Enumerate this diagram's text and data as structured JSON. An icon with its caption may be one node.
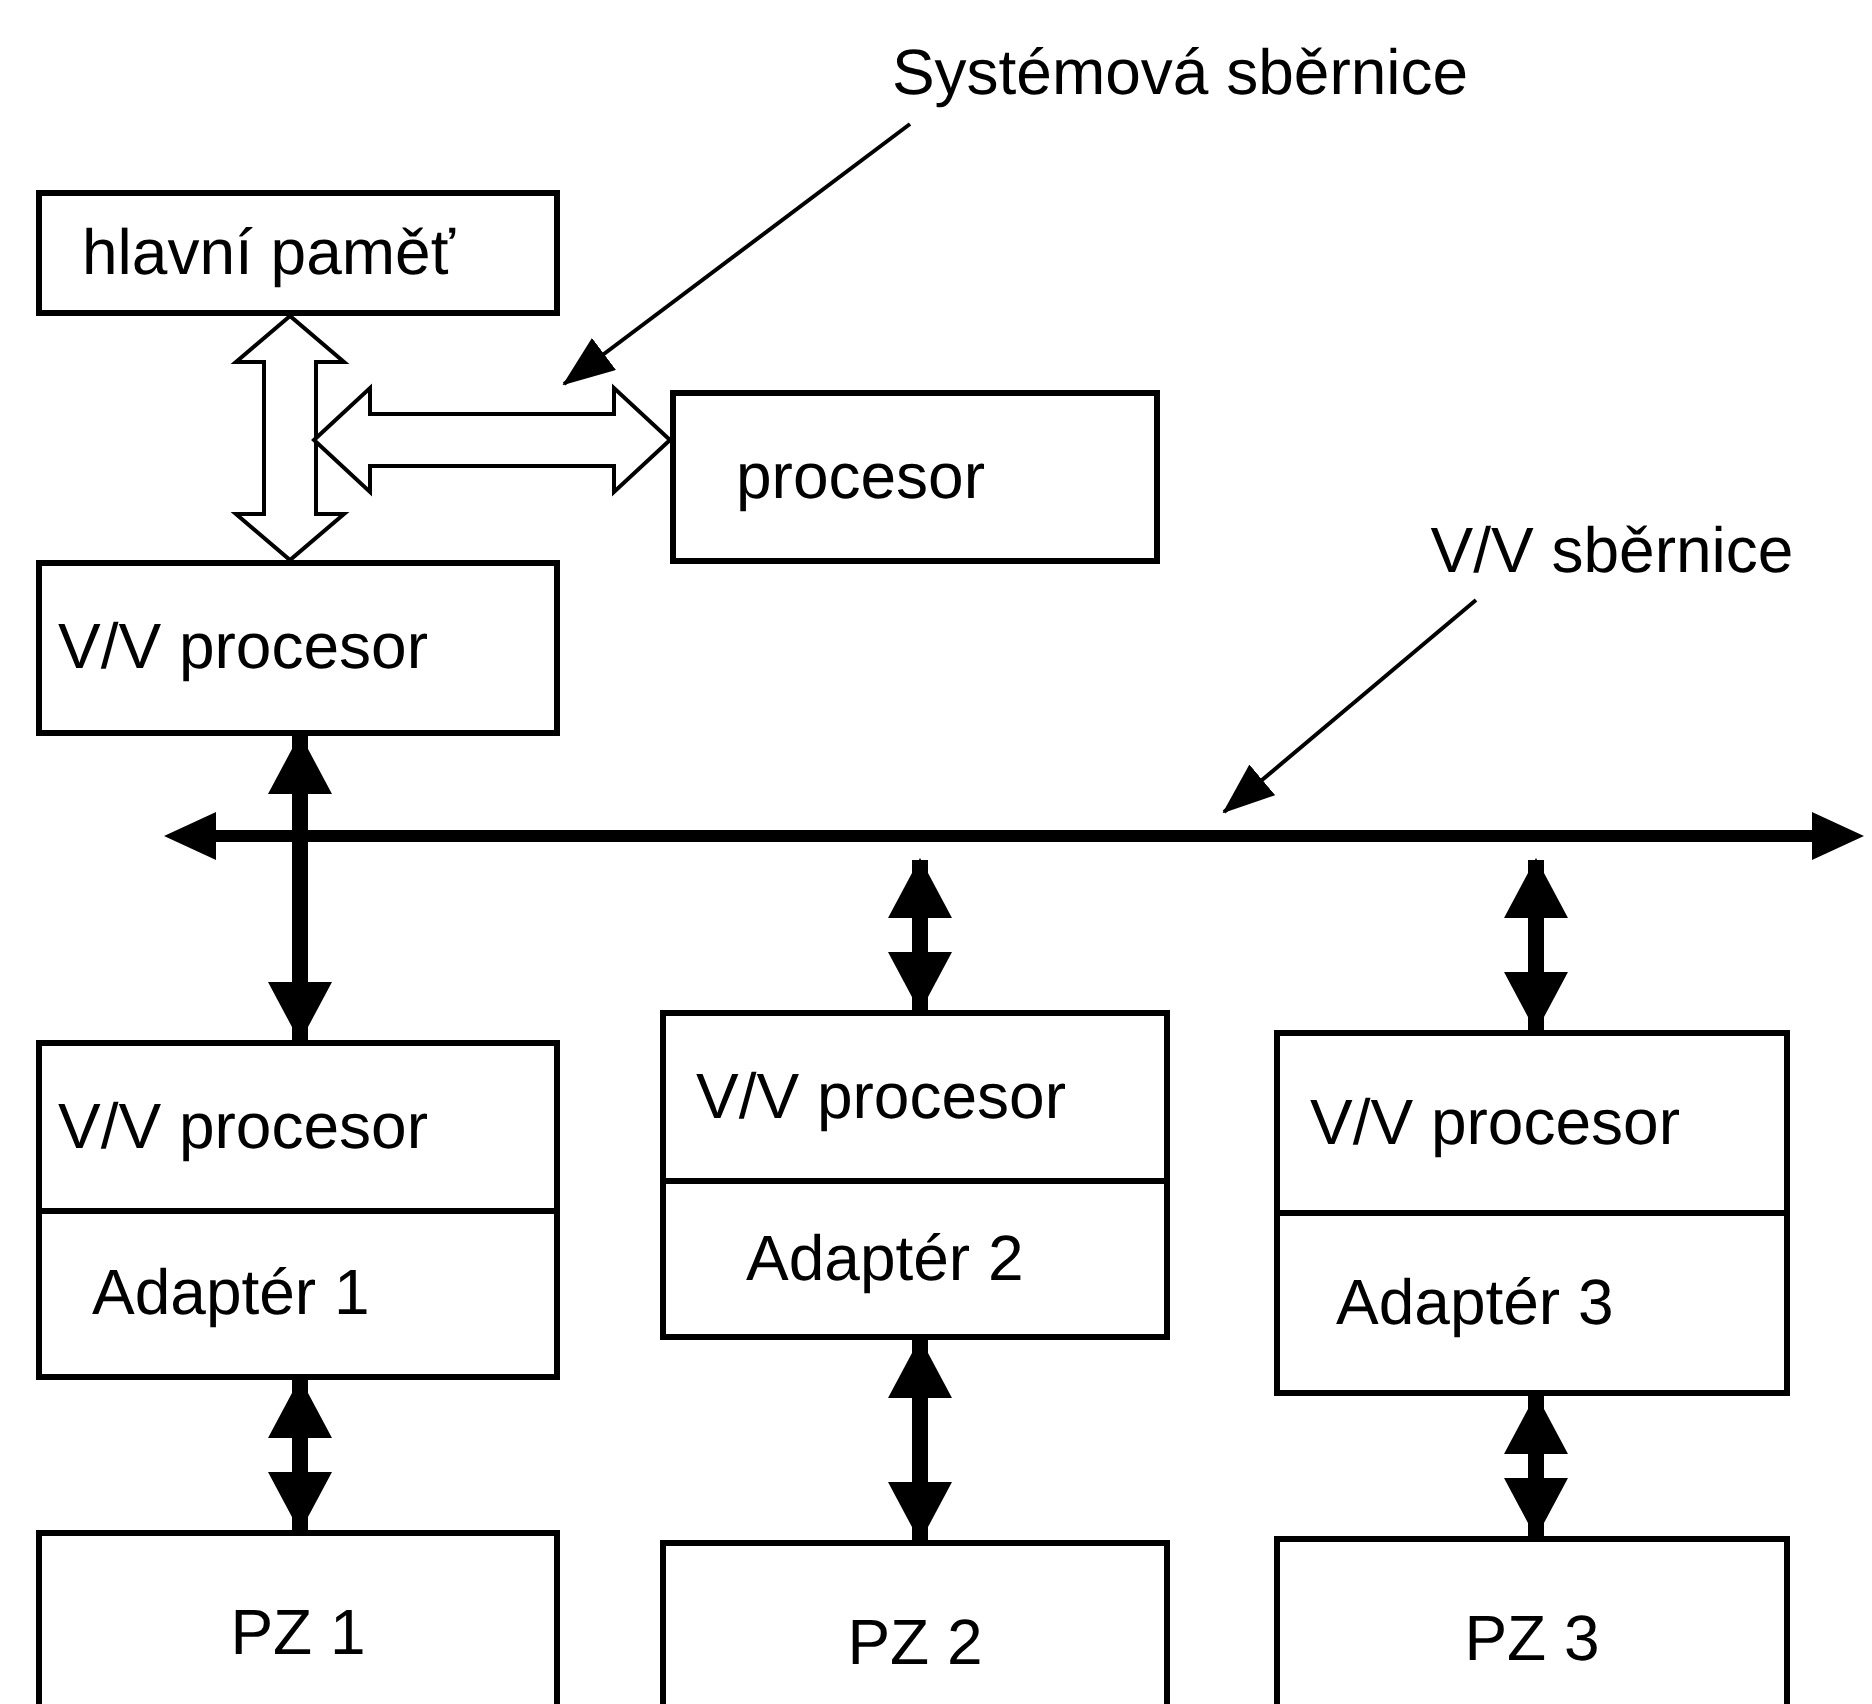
{
  "diagram": {
    "nodes": [
      {
        "text": [
          "Systémová sběrnice"
        ]
      },
      {
        "text": [
          "hlavní paměť"
        ]
      },
      {
        "text": [
          "procesor"
        ]
      },
      {
        "text": [
          "V/V sběrnice"
        ]
      },
      {
        "text": [
          "V/V procesor"
        ]
      },
      {
        "text": [],
        "shape": "bar"
      },
      {
        "text": [
          "V/V procesor",
          "Adaptér 1"
        ]
      },
      {
        "text": [
          "V/V procesor",
          "Adaptér 2"
        ]
      },
      {
        "text": [
          "V/V procesor",
          "Adaptér 3"
        ]
      },
      {
        "text": [
          "PZ 1"
        ]
      },
      {
        "text": [
          "PZ 2"
        ]
      },
      {
        "text": [
          "PZ 3"
        ]
      }
    ],
    "edges": [
      {
        "from": 0,
        "to": null,
        "arrow": "to"
      },
      {
        "from": 1,
        "to": 4,
        "arrow": "both"
      },
      {
        "from": null,
        "to": 2,
        "arrow": "both"
      },
      {
        "from": 3,
        "to": 5,
        "arrow": "to"
      },
      {
        "from": 4,
        "to": 6,
        "arrow": "both"
      },
      {
        "from": 5,
        "to": 7,
        "arrow": "both"
      },
      {
        "from": 5,
        "to": 8,
        "arrow": "both"
      },
      {
        "from": 6,
        "to": 9,
        "arrow": "both"
      },
      {
        "from": 7,
        "to": 10,
        "arrow": "both"
      },
      {
        "from": 8,
        "to": 11,
        "arrow": "both"
      }
    ]
  }
}
